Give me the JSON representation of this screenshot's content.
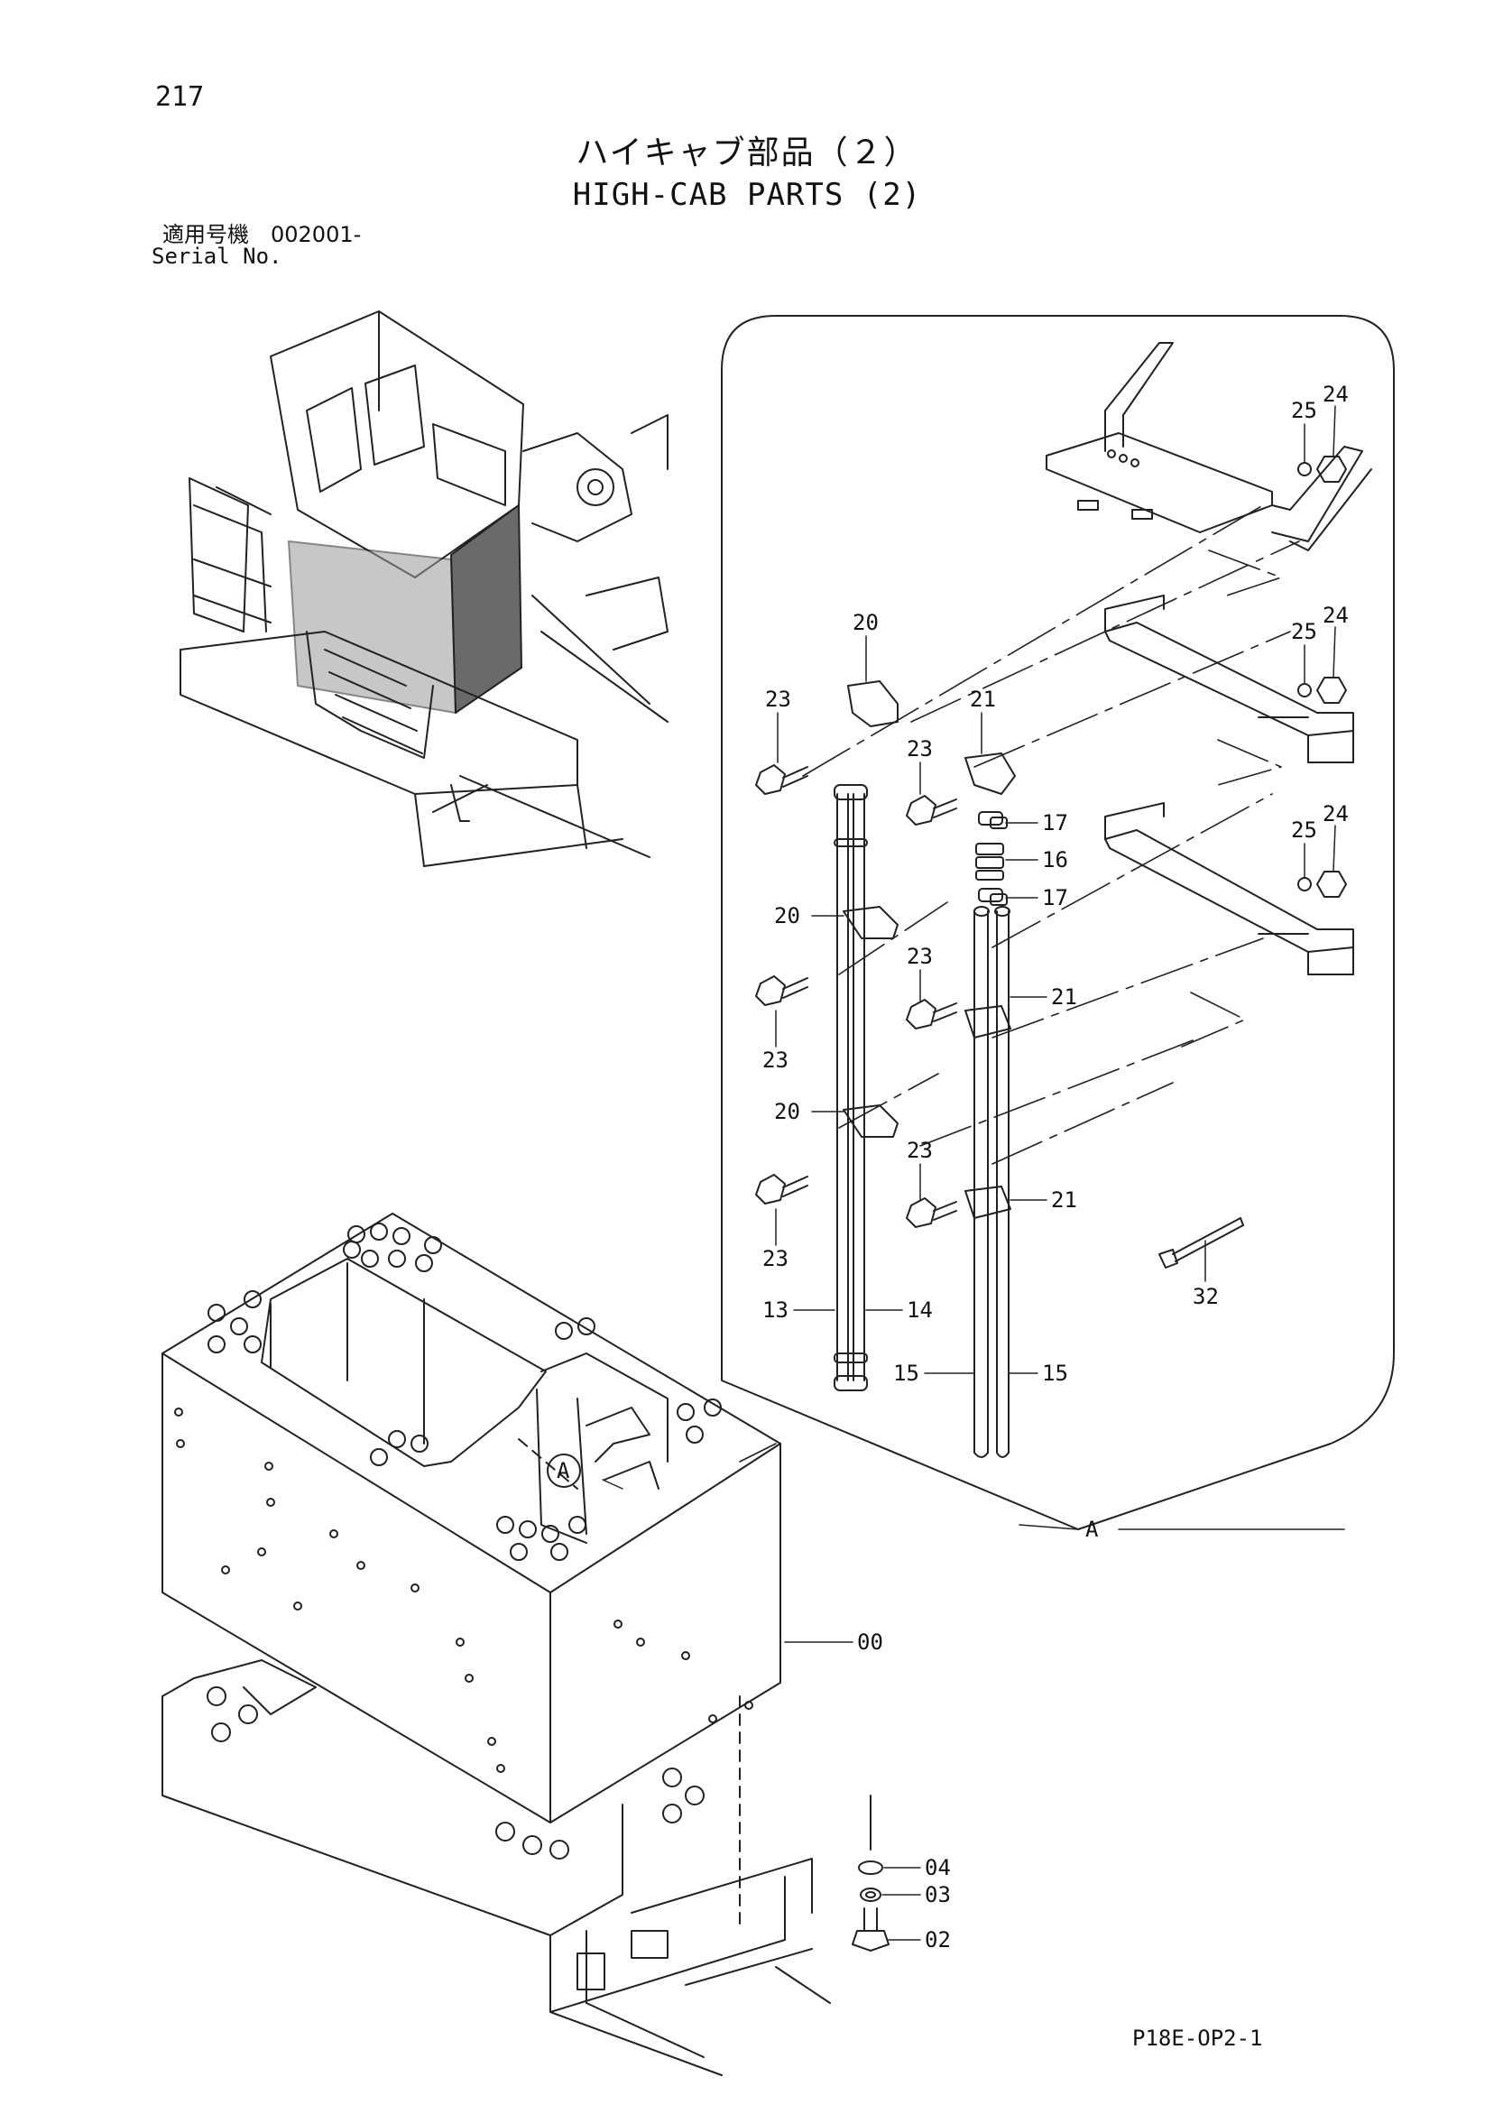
{
  "page": {
    "number": "217",
    "title_jp": "ハイキャブ部品（２）",
    "title_en": "HIGH-CAB PARTS (2)",
    "serial_label_jp": "適用号機　002001-",
    "serial_label_en": "Serial No.",
    "drawing_code": "P18E-OP2-1"
  },
  "callouts": {
    "c25a": "25",
    "c24a": "24",
    "c25b": "25",
    "c24b": "24",
    "c25c": "25",
    "c24c": "24",
    "c20a": "20",
    "c23a": "23",
    "c21a": "21",
    "c23b": "23",
    "c17a": "17",
    "c16": "16",
    "c17b": "17",
    "c20b": "20",
    "c23c": "23",
    "c23d": "23",
    "c21b": "21",
    "c20c": "20",
    "c23e": "23",
    "c23f": "23",
    "c21c": "21",
    "c32": "32",
    "c13": "13",
    "c14": "14",
    "c15a": "15",
    "c15b": "15",
    "cA": "A",
    "cAcircle": "A",
    "c00": "00",
    "c04": "04",
    "c03": "03",
    "c02": "02"
  }
}
